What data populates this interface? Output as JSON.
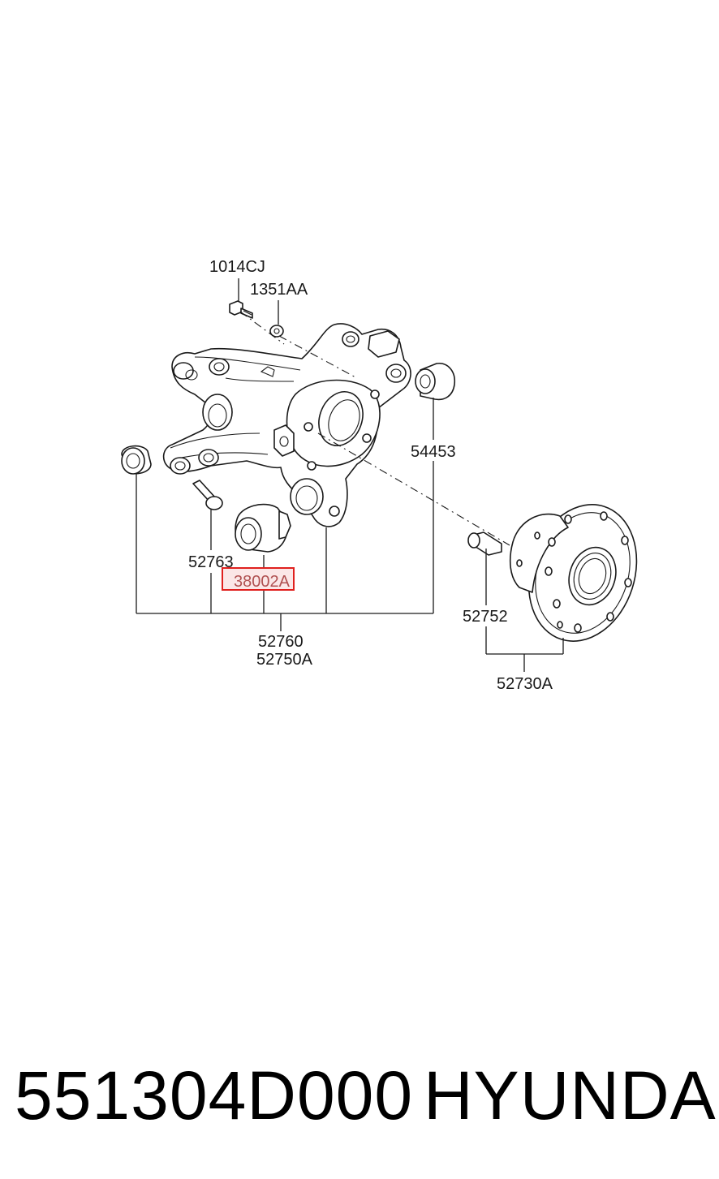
{
  "diagram": {
    "callouts": {
      "bolt": "1014CJ",
      "washer": "1351AA",
      "bushing_right": "54453",
      "pin": "52763",
      "bushing_lower": "38002A",
      "knuckle_1": "52760",
      "knuckle_2": "52750A",
      "hub_bolt": "52752",
      "hub_assembly": "52730A"
    },
    "highlighted_callout": "38002A",
    "highlight_color": "#e0201e"
  },
  "caption": {
    "part_number": "551304D000",
    "brand": "HYUNDAI"
  }
}
